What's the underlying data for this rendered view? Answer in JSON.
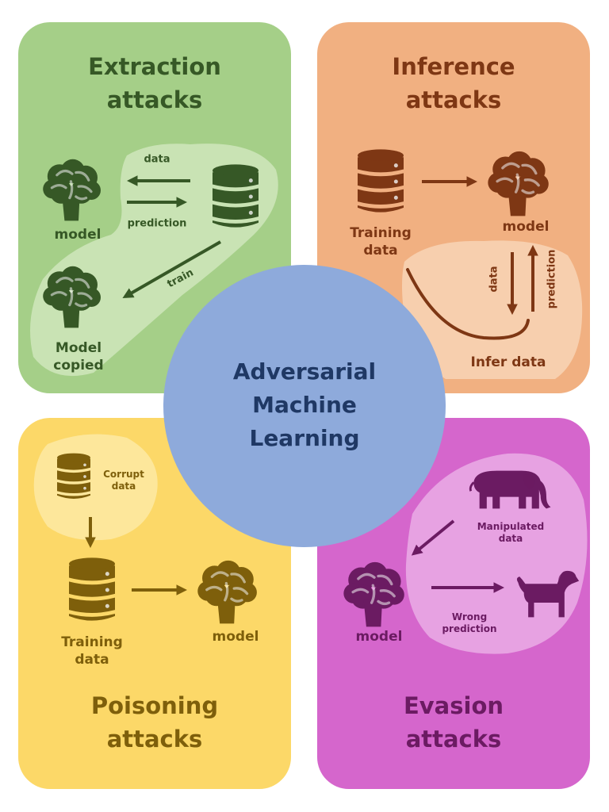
{
  "colors": {
    "extraction_bg": "#a5cf88",
    "extraction_hl": "#c9e3b4",
    "extraction_ink": "#365826",
    "inference_bg": "#f1b081",
    "inference_hl": "#f7cfae",
    "inference_ink": "#7e3714",
    "poisoning_bg": "#fcd868",
    "poisoning_hl": "#fde79b",
    "poisoning_ink": "#7e5f0b",
    "evasion_bg": "#d566cc",
    "evasion_hl": "#e7a2e2",
    "evasion_ink": "#6b1b62",
    "center_bg": "#8eaadb",
    "center_ink": "#1f3864"
  },
  "center": {
    "title": "Adversarial\nMachine\nLearning"
  },
  "extraction": {
    "title": "Extraction\nattacks",
    "model_label": "model",
    "data_label": "data",
    "prediction_label": "prediction",
    "train_label": "train",
    "copied_label": "Model\ncopied",
    "icons": [
      "brain-icon",
      "database-icon",
      "brain-icon"
    ]
  },
  "inference": {
    "title": "Inference\nattacks",
    "training_label": "Training\ndata",
    "model_label": "model",
    "data_label": "data",
    "prediction_label": "prediction",
    "infer_label": "Infer data",
    "icons": [
      "database-icon",
      "brain-icon"
    ]
  },
  "poisoning": {
    "title": "Poisoning\nattacks",
    "corrupt_label": "Corrupt\ndata",
    "training_label": "Training\ndata",
    "model_label": "model",
    "icons": [
      "database-icon",
      "database-icon",
      "brain-icon"
    ]
  },
  "evasion": {
    "title": "Evasion\nattacks",
    "manipulated_label": "Manipulated\ndata",
    "wrong_label": "Wrong\nprediction",
    "model_label": "model",
    "icons": [
      "elephant-icon",
      "dog-icon",
      "brain-icon"
    ]
  }
}
